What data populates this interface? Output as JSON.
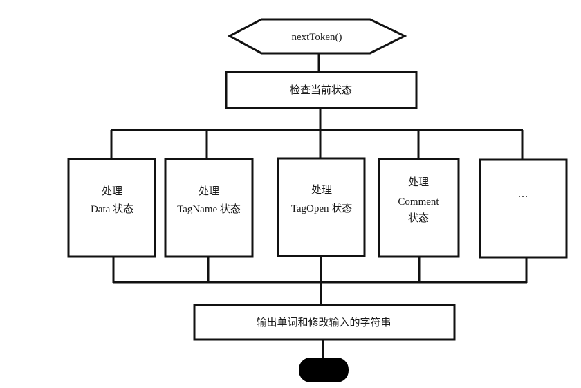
{
  "diagram": {
    "start_node": {
      "label": "nextToken()"
    },
    "check_node": {
      "label": "检查当前状态"
    },
    "branches": [
      {
        "lines": [
          "处理",
          "Data 状态"
        ]
      },
      {
        "lines": [
          "处理",
          "TagName 状态"
        ]
      },
      {
        "lines": [
          "处理",
          "TagOpen 状态"
        ]
      },
      {
        "lines": [
          "处理",
          "Comment",
          "状态"
        ]
      },
      {
        "lines": [
          "…"
        ]
      }
    ],
    "output_node": {
      "label": "输出单词和修改输入的字符串"
    },
    "end_node": {
      "label": ""
    }
  }
}
